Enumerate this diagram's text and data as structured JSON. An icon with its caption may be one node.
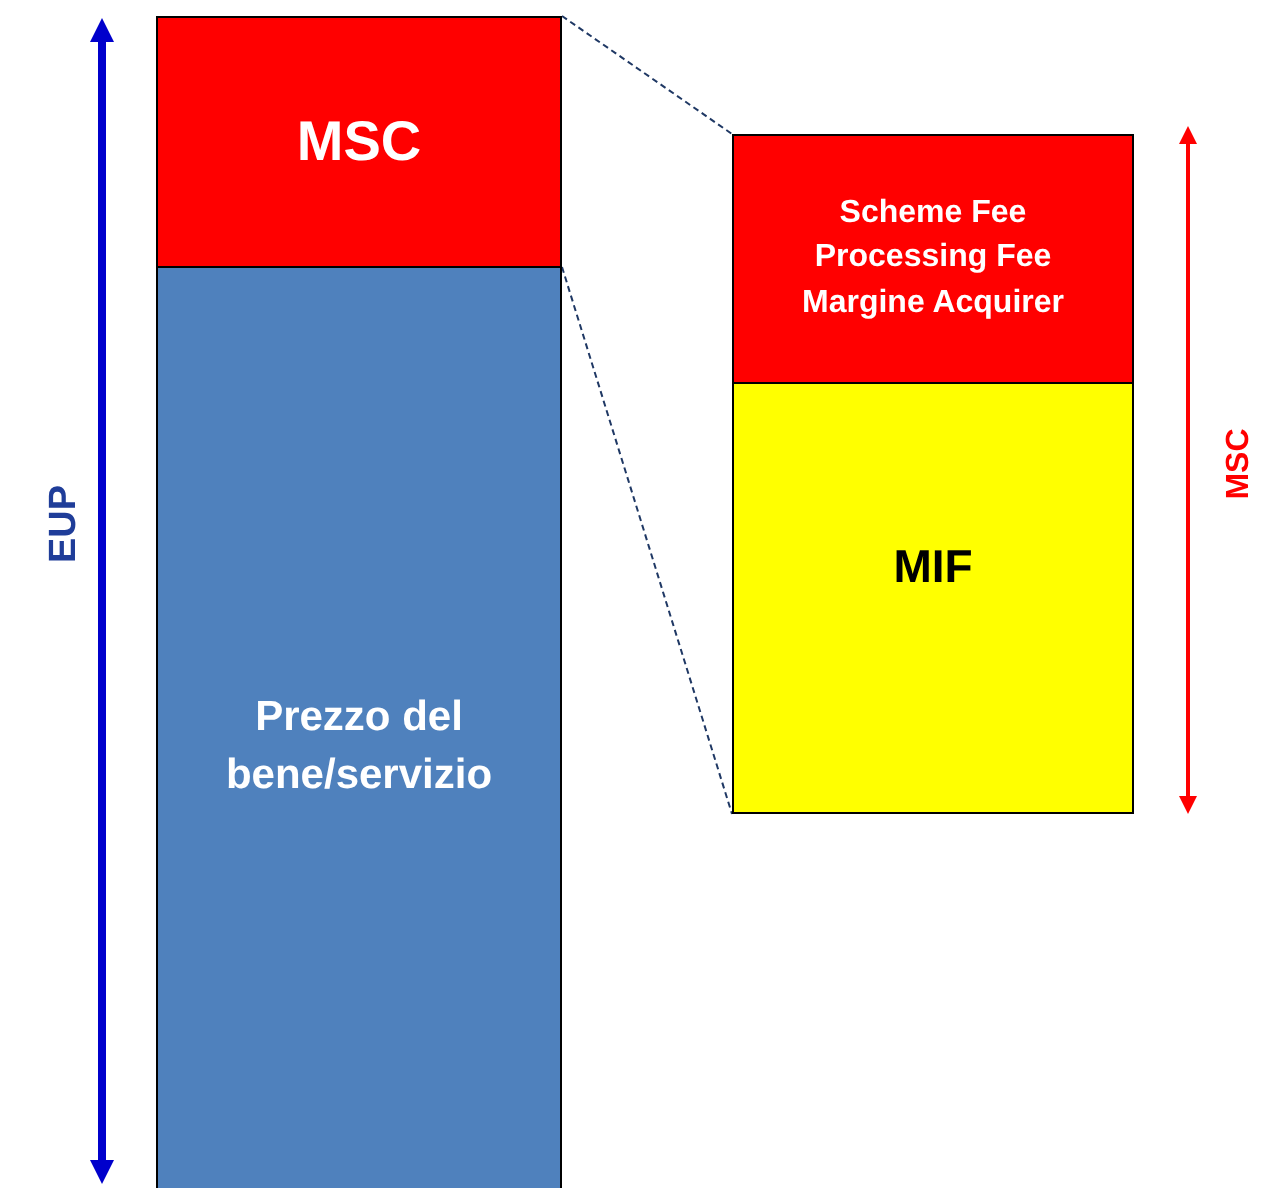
{
  "diagram": {
    "nodes": [
      {
        "text": [
          "MSC"
        ]
      },
      {
        "text": [
          "Prezzo del bene/servizio"
        ]
      },
      {
        "text": [
          "Scheme Fee",
          "Processing Fee",
          "Margine Acquirer"
        ]
      },
      {
        "text": [
          "MIF"
        ]
      }
    ],
    "edges": [
      {
        "from": 0,
        "to": 2,
        "arrow": "none",
        "style": "dashed"
      },
      {
        "from": 0,
        "to": 3,
        "arrow": "none",
        "style": "dashed"
      }
    ],
    "labels": [
      "EUP",
      "MSC"
    ]
  }
}
